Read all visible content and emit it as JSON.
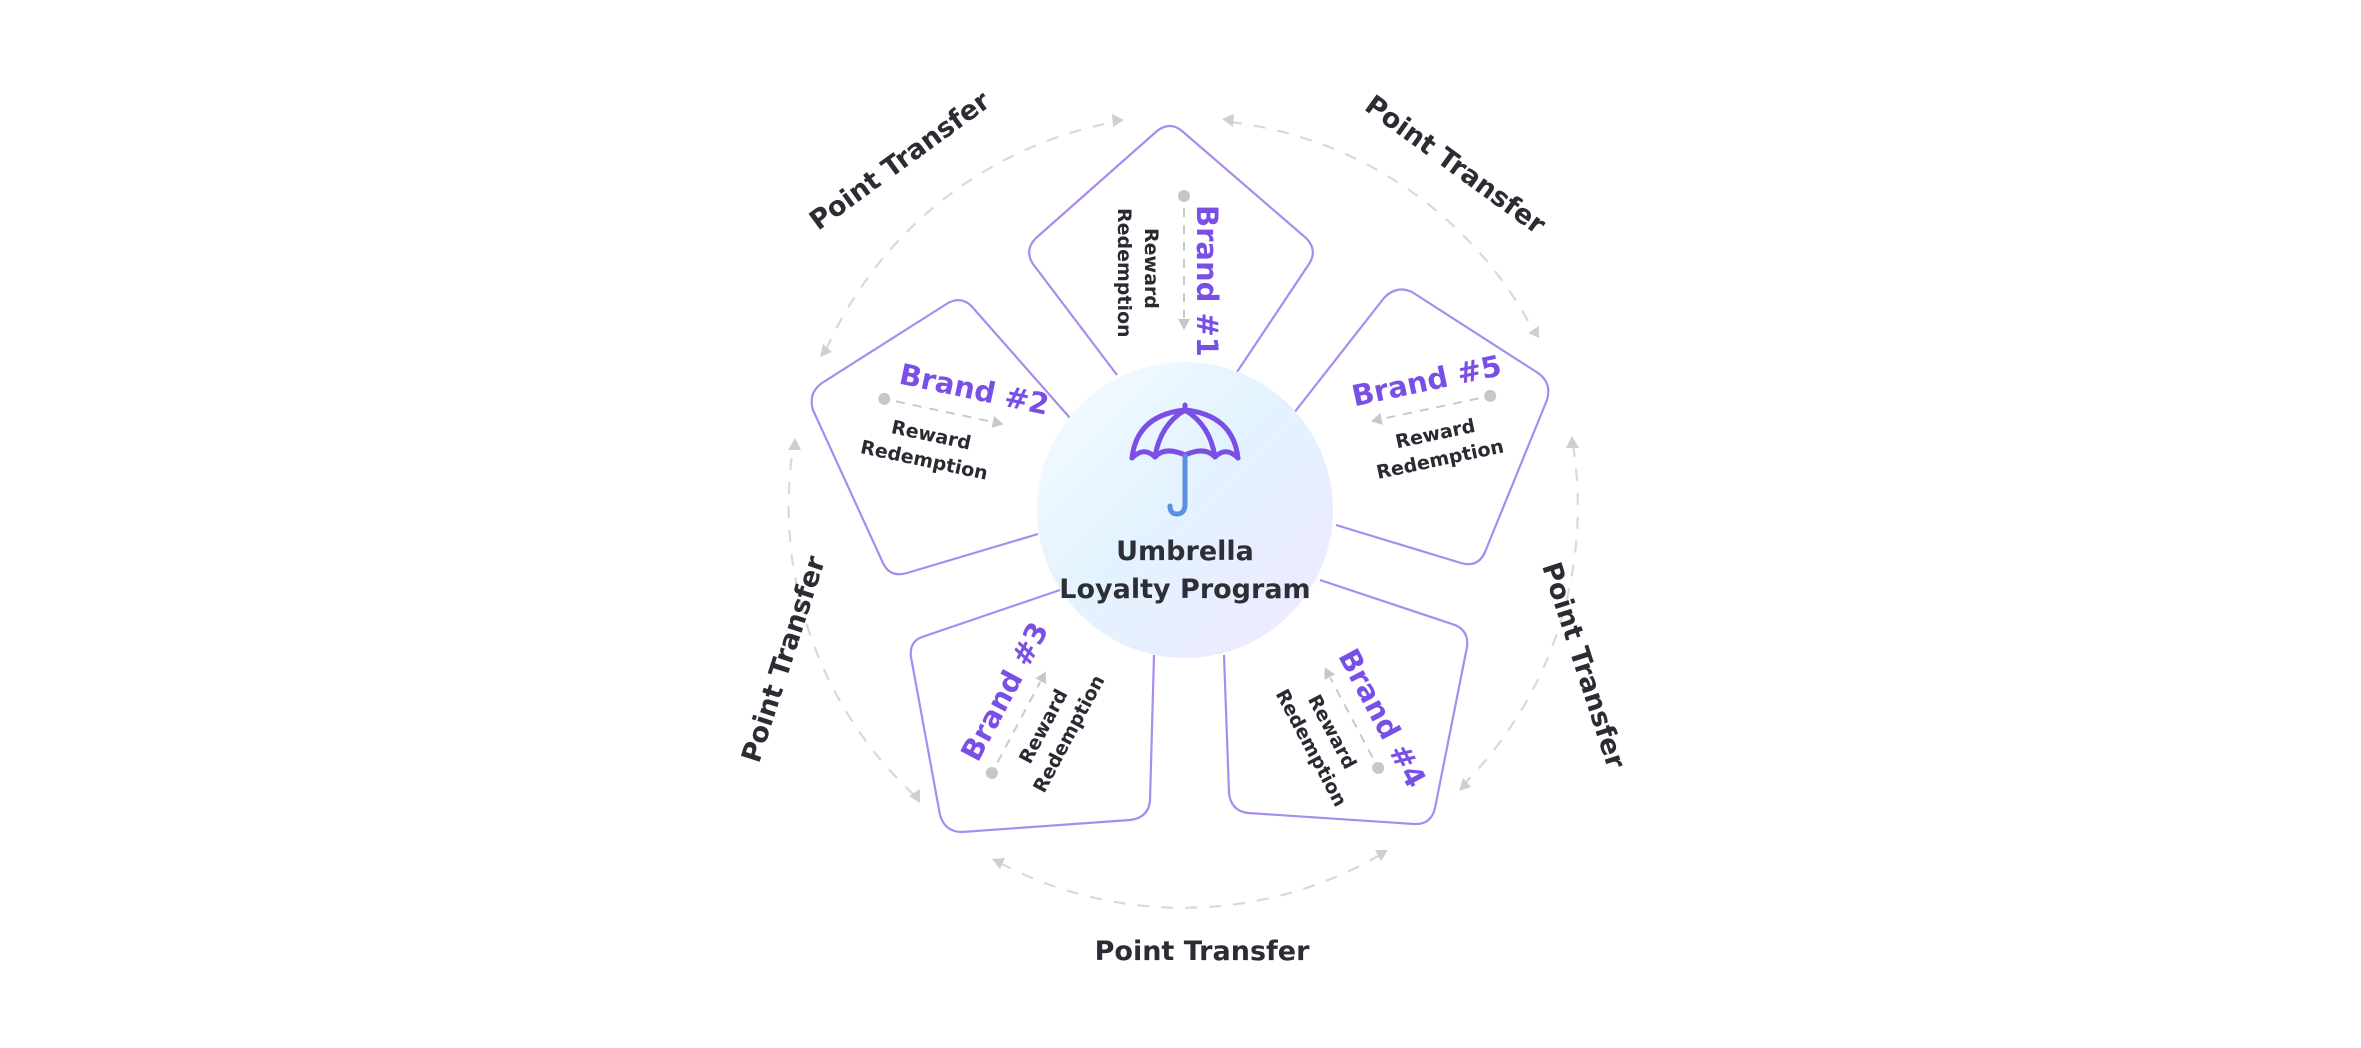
{
  "center": {
    "line1": "Umbrella",
    "line2": "Loyalty Program",
    "icon": "umbrella-icon"
  },
  "brands": [
    {
      "label": "Brand #1",
      "reward_line1": "Reward",
      "reward_line2": "Redemption"
    },
    {
      "label": "Brand #2",
      "reward_line1": "Reward",
      "reward_line2": "Redemption"
    },
    {
      "label": "Brand #3",
      "reward_line1": "Reward",
      "reward_line2": "Redemption"
    },
    {
      "label": "Brand #4",
      "reward_line1": "Reward",
      "reward_line2": "Redemption"
    },
    {
      "label": "Brand #5",
      "reward_line1": "Reward",
      "reward_line2": "Redemption"
    }
  ],
  "transfers": [
    {
      "label": "Point Transfer"
    },
    {
      "label": "Point Transfer"
    },
    {
      "label": "Point Transfer"
    },
    {
      "label": "Point Transfer"
    },
    {
      "label": "Point Transfer"
    }
  ],
  "colors": {
    "brand_accent": "#7a4fe6",
    "petal_stroke": "#a98bf0",
    "handle_blue": "#5b8fe0",
    "orbit_dash": "#d9d9d9",
    "text_dark": "#2c2c34"
  }
}
